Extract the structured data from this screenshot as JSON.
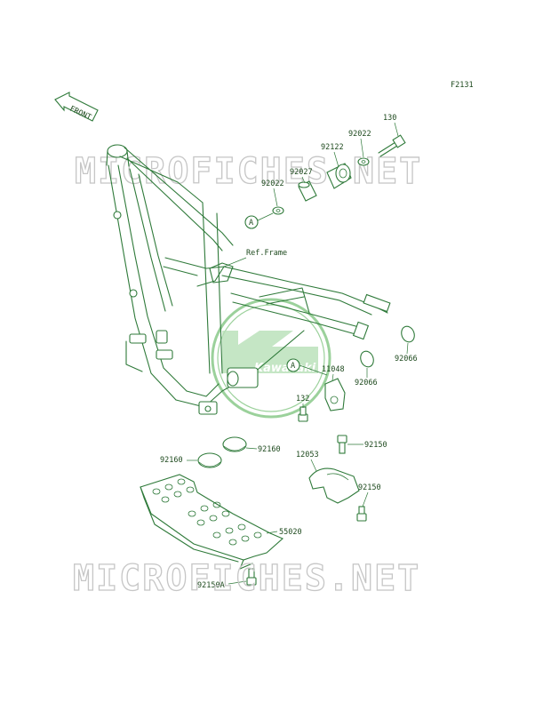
{
  "figure_code": "F2131",
  "front_label": "FRONT",
  "watermark": "MICROFICHES.NET",
  "logo_text": "Kawasaki",
  "ref_frame_label": "Ref.Frame",
  "callouts": {
    "p130": "130",
    "p92022a": "92022",
    "p92122": "92122",
    "p92027": "92027",
    "p92022b": "92022",
    "pA1": "A",
    "pA2": "A",
    "p11048": "11048",
    "p132": "132",
    "p92066a": "92066",
    "p92066b": "92066",
    "p92160a": "92160",
    "p92160b": "92160",
    "p92150a": "92150",
    "p92150b": "92150",
    "p12053": "12053",
    "p55020": "55020",
    "p92150A": "92150A"
  },
  "colors": {
    "line": "#2f7a3a",
    "text": "#1e4a1e",
    "watermark": "#c6c6c6",
    "logo": "#9bd19b"
  }
}
